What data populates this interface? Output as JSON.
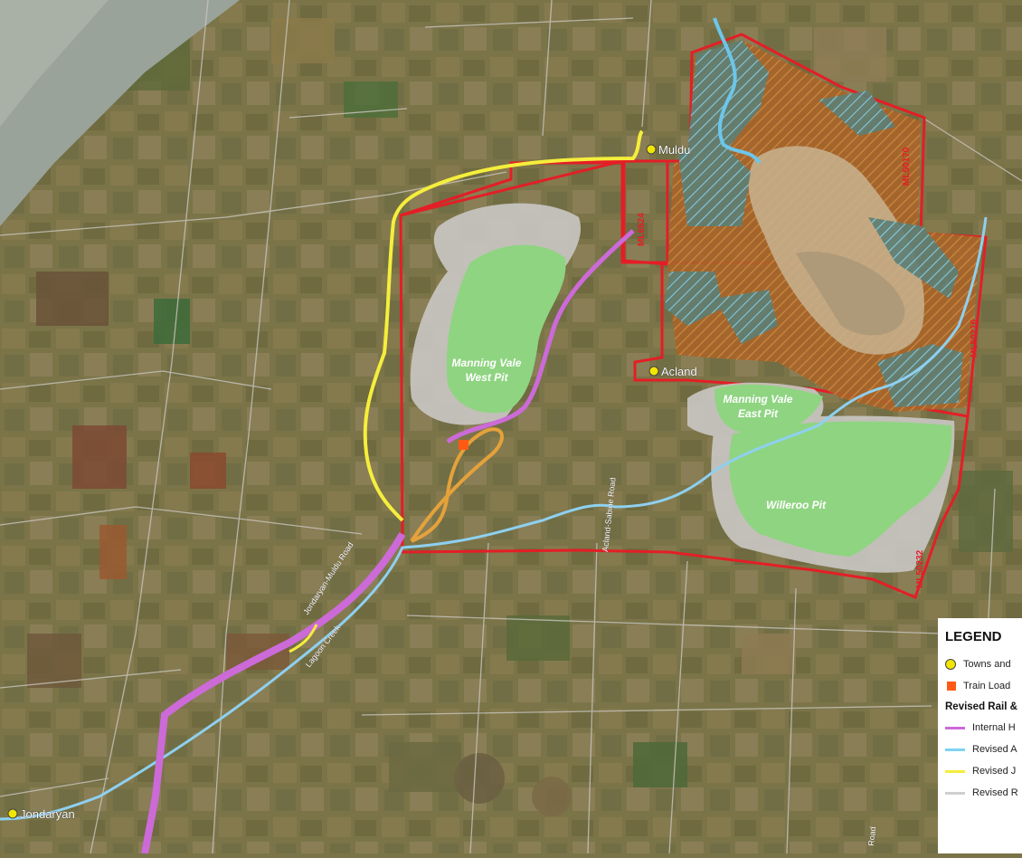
{
  "map": {
    "towns": [
      {
        "name": "Muldu"
      },
      {
        "name": "Acland"
      },
      {
        "name": "Jondaryan"
      }
    ],
    "pits": [
      {
        "name_line1": "Manning Vale",
        "name_line2": "West Pit"
      },
      {
        "name_line1": "Manning Vale",
        "name_line2": "East Pit"
      },
      {
        "name_line1": "Willeroo Pit",
        "name_line2": ""
      }
    ],
    "lease_labels": [
      "ML50170",
      "ML50216",
      "ML50232",
      "ML6524"
    ],
    "road_labels": [
      "Jondaryan-Muldu Road",
      "Acland-Sabine Road",
      "Lagoon Creek",
      "Road"
    ],
    "colors": {
      "lease_boundary": "#e41e26",
      "revised_jondaryan_road": "#f5ee3c",
      "internal_haul": "#cc6ad8",
      "revised_creek": "#8ed0f0",
      "train_loadout": "#ff5a14",
      "pit_green": "#8fd481",
      "pit_grey": "#c8c6c2",
      "disturbed_orange": "#b46a2a"
    }
  },
  "legend": {
    "title": "LEGEND",
    "items": [
      {
        "label": "Towns and",
        "symbol": "yellow-dot-icon"
      },
      {
        "label": "Train Load",
        "symbol": "orange-square-icon"
      }
    ],
    "subheading": "Revised Rail &",
    "lines": [
      {
        "label": "Internal H",
        "color": "#cc6ad8"
      },
      {
        "label": "Revised A",
        "color": "#7fd3f2"
      },
      {
        "label": "Revised J",
        "color": "#f5ee3c"
      },
      {
        "label": "Revised R",
        "color": "#cfcfcf"
      }
    ]
  }
}
